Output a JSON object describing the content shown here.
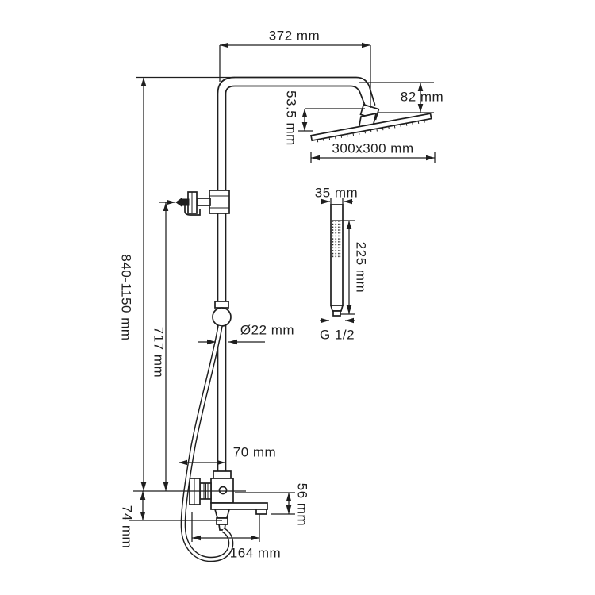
{
  "diagram": {
    "type": "technical-drawing-shower-system",
    "colors": {
      "line": "#1e1e1e",
      "background": "#ffffff"
    },
    "labels": {
      "dim_top_width": "372 mm",
      "dim_head_height": "82 mm",
      "dim_head_drop": "53.5 mm",
      "dim_head_size": "300x300 mm",
      "dim_handshower_width": "35 mm",
      "dim_handshower_length": "225 mm",
      "dim_connection": "G 1/2",
      "dim_pipe_diameter": "Ø22 mm",
      "dim_column_height": "840-1150 mm",
      "dim_pipe_length": "717 mm",
      "dim_wall_offset": "70 mm",
      "dim_drop_left": "74 mm",
      "dim_drop_right": "56 mm",
      "dim_spout_reach": "164 mm"
    }
  }
}
